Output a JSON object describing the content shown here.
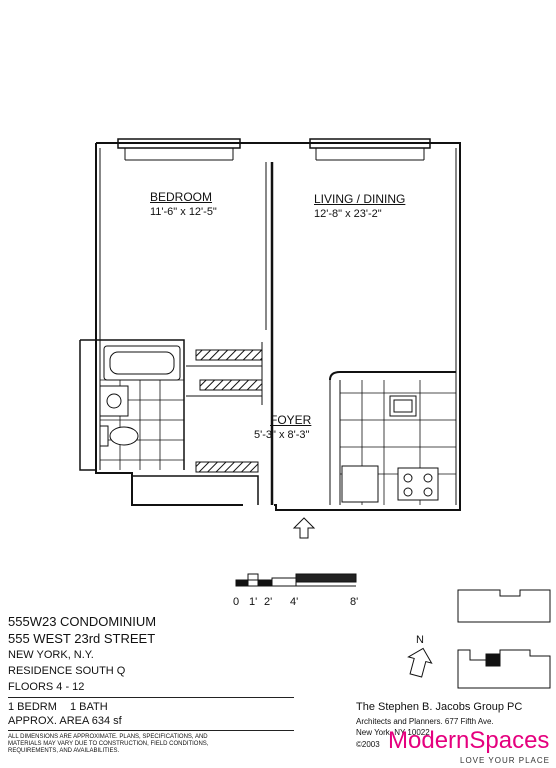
{
  "rooms": {
    "bedroom": {
      "name": "BEDROOM",
      "dims": "11'-6\" x 12'-5\""
    },
    "living": {
      "name": "LIVING / DINING",
      "dims": "12'-8\" x 23'-2\""
    },
    "foyer": {
      "name": "FOYER",
      "dims": "5'-3\" x 8'-3\""
    }
  },
  "scale": {
    "labels": [
      "0",
      "1'",
      "2'",
      "4'",
      "8'"
    ]
  },
  "north": {
    "label": "N"
  },
  "building": {
    "name": "555W23 CONDOMINIUM",
    "address": "555 WEST 23rd STREET",
    "city": "NEW YORK, N.Y.",
    "residence": "RESIDENCE SOUTH Q",
    "floors": "FLOORS 4 - 12"
  },
  "unit": {
    "beds": "1 BEDRM",
    "baths": "1 BATH",
    "area": "APPROX. AREA 634 sf"
  },
  "disclaimer": {
    "line1": "ALL DIMENSIONS ARE APPROXIMATE. PLANS, SPECIFICATIONS, AND",
    "line2": "MATERIALS MAY VARY DUE TO CONSTRUCTION, FIELD CONDITIONS,",
    "line3": "REQUIREMENTS, AND AVAILABILITIES."
  },
  "architect": {
    "name": "The Stephen B. Jacobs Group PC",
    "line1": "Architects and Planners. 677 Fifth Ave.",
    "line2": "New York, NY 10022",
    "copyright": "©2003"
  },
  "logo": {
    "name": "ModernSpaces",
    "tagline": "LOVE YOUR PLACE",
    "color": "#e5007e"
  }
}
